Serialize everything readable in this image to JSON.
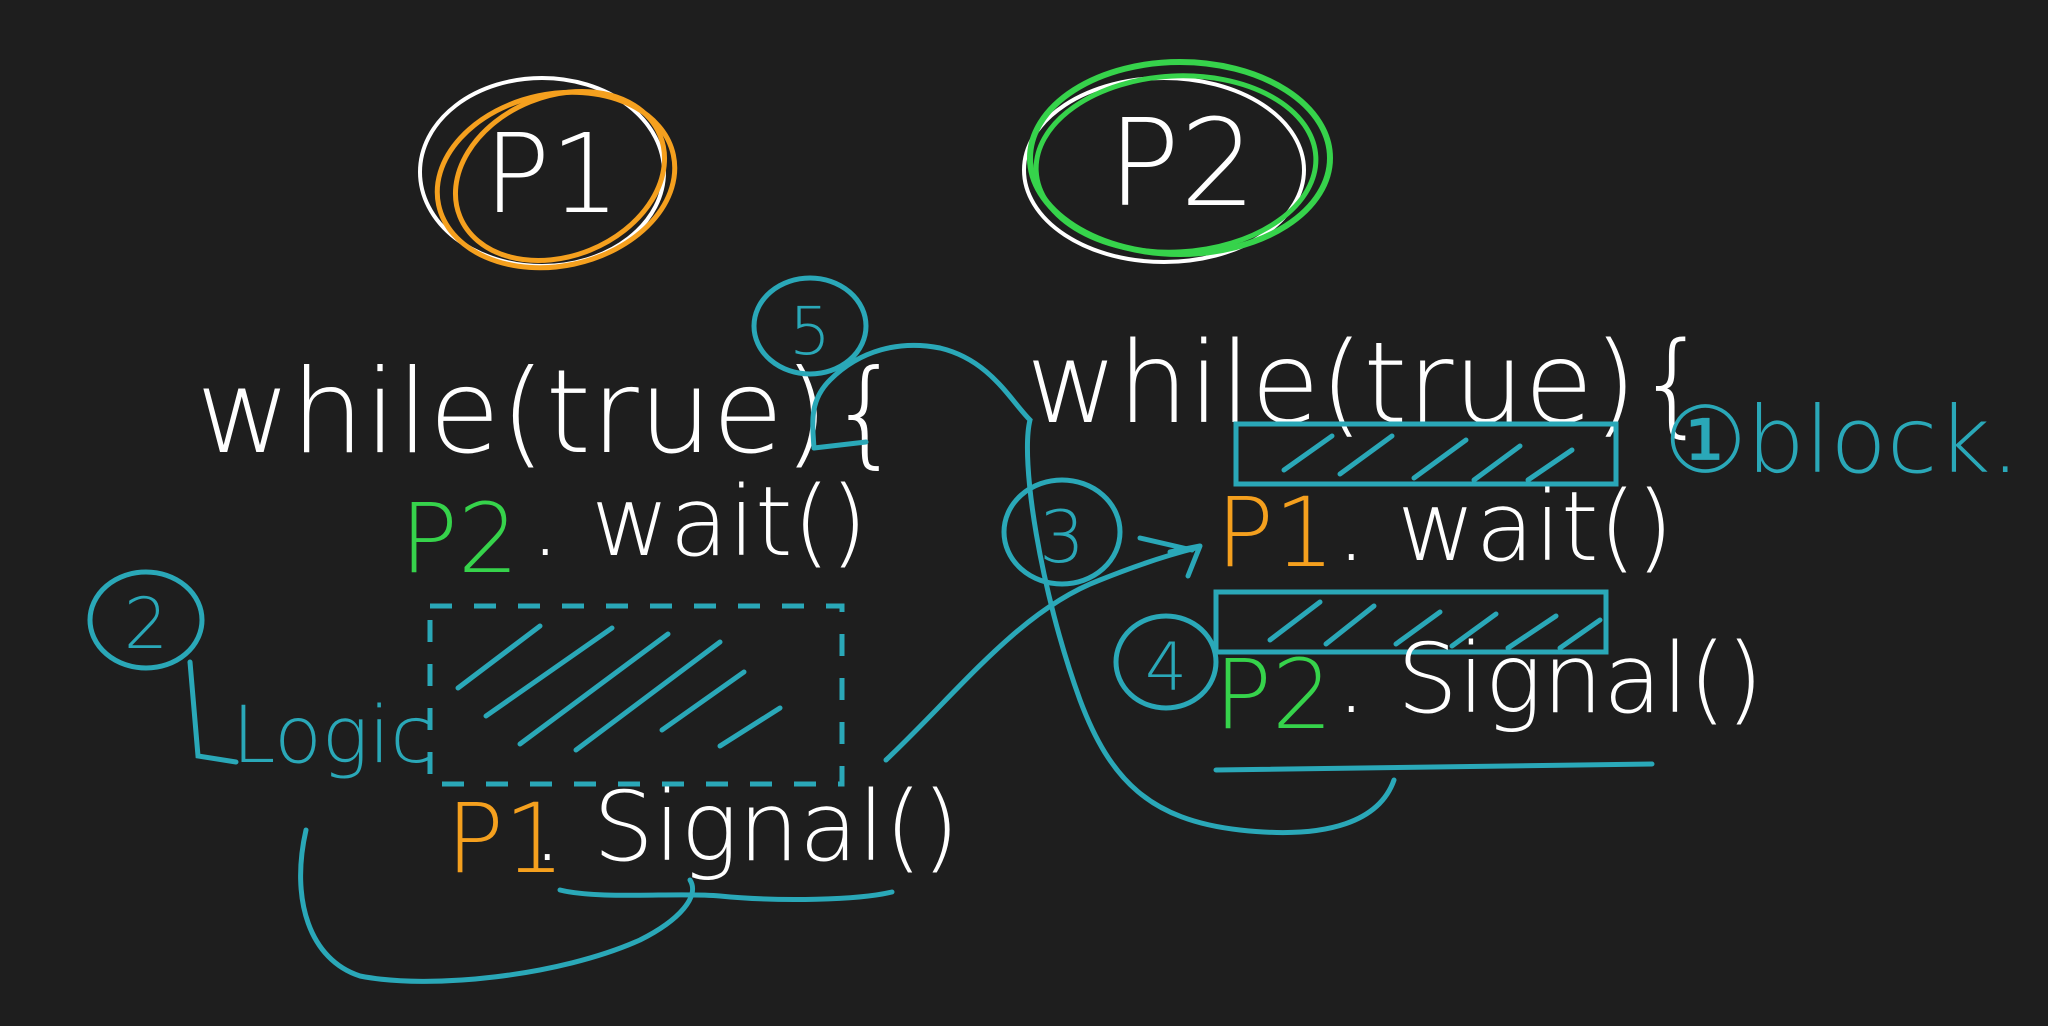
{
  "colors": {
    "background": "#1e1e1e",
    "white": "#ffffff",
    "orange": "#f5a01e",
    "green": "#36d34b",
    "teal": "#2aa8b8"
  },
  "p1": {
    "label": "P1",
    "loop": "while(true){",
    "wait_obj": "P2",
    "wait_call": ". wait()",
    "logic_label": "Logic",
    "signal_obj": "P1",
    "signal_call": ". Signal()"
  },
  "p2": {
    "label": "P2",
    "loop": "while(true){",
    "wait_obj": "P1",
    "wait_call": ". wait()",
    "signal_obj": "P2",
    "signal_call": ". Signal()"
  },
  "annotations": {
    "block_note": "①block.",
    "step_1": "1",
    "step_2": "2",
    "step_3": "3",
    "step_4": "4",
    "step_5": "5"
  }
}
